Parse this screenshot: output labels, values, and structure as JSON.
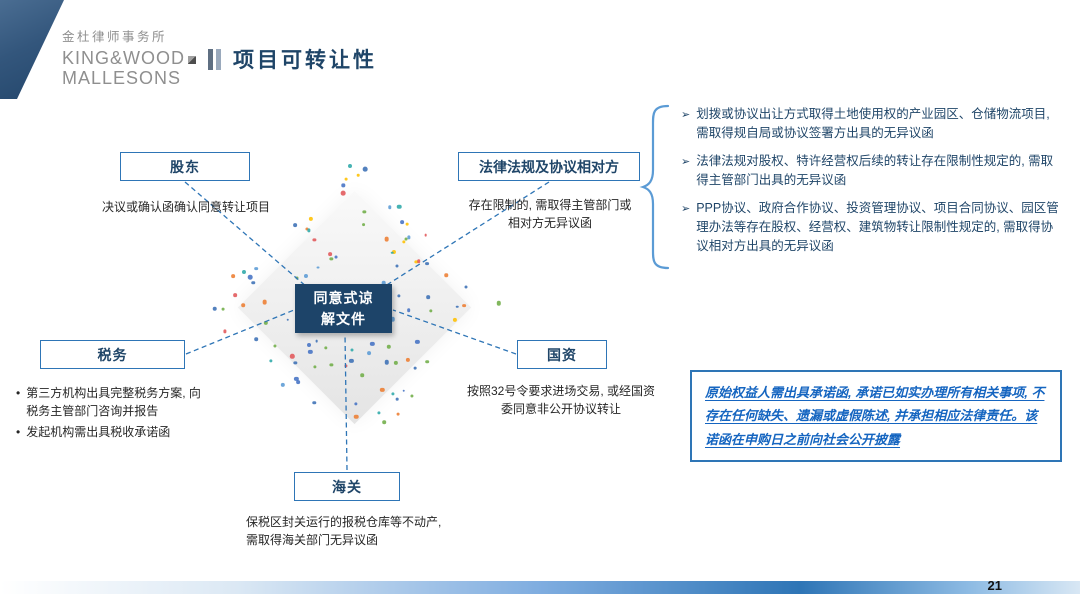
{
  "header": {
    "firm_cn": "金杜律师事务所",
    "firm_en1": "KING&WOOD",
    "firm_en2": "MALLESONS",
    "title": "项目可转让性"
  },
  "colors": {
    "accent_blue": "#2e75b6",
    "navy": "#1f4568",
    "note_text_blue": "#1565c0"
  },
  "diagram": {
    "center_line1": "同意式谅",
    "center_line2": "解文件",
    "nodes": {
      "shareholder": {
        "label": "股东",
        "desc": "决议或确认函确认同意转让项目"
      },
      "counterparty": {
        "label": "法律法规及协议相对方",
        "desc": "存在限制的, 需取得主管部门或相对方无异议函"
      },
      "tax": {
        "label": "税务",
        "bullet": "•",
        "item1": "第三方机构出具完整税务方案, 向税务主管部门咨询并报告",
        "item2": "发起机构需出具税收承诺函"
      },
      "soa": {
        "label": "国资",
        "desc": "按照32号令要求进场交易, 或经国资委同意非公开协议转让"
      },
      "customs": {
        "label": "海关",
        "desc": "保税区封关运行的报税仓库等不动产, 需取得海关部门无异议函"
      }
    }
  },
  "right_panel": {
    "bullet": "➢",
    "items": [
      "划拨或协议出让方式取得土地使用权的产业园区、仓储物流项目, 需取得规自局或协议签署方出具的无异议函",
      "法律法规对股权、特许经营权后续的转让存在限制性规定的, 需取得主管部门出具的无异议函",
      "PPP协议、政府合作协议、投资管理协议、项目合同协议、园区管理办法等存在股权、经营权、建筑物转让限制性规定的, 需取得协议相对方出具的无异议函"
    ]
  },
  "note_box": {
    "text": "原始权益人需出具承诺函, 承诺已如实办理所有相关事项, 不存在任何缺失、遗漏或虚假陈述, 并承担相应法律责任。该诺函在申购日之前向社会公开披露"
  },
  "footer": {
    "page_number": "21"
  }
}
